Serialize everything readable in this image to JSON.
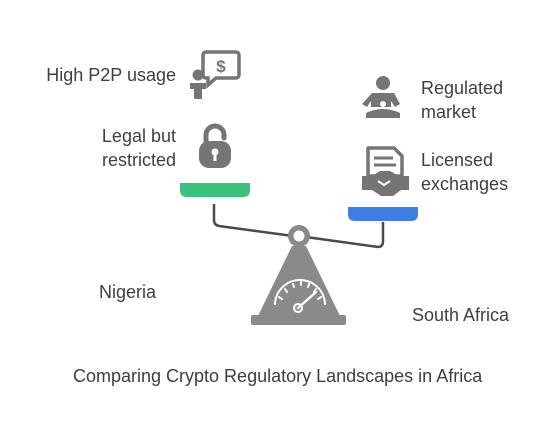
{
  "left_side": {
    "country": "Nigeria",
    "features": [
      {
        "label": "High P2P usage",
        "icon": "person-dollar-bubble-icon"
      },
      {
        "label_line1": "Legal but",
        "label_line2": "restricted",
        "icon": "padlock-icon"
      }
    ],
    "pan_color": "#3cc17d"
  },
  "right_side": {
    "country": "South Africa",
    "features": [
      {
        "label_line1": "Regulated",
        "label_line2": "market",
        "icon": "meditation-figure-icon"
      },
      {
        "label_line1": "Licensed",
        "label_line2": "exchanges",
        "icon": "document-handshake-icon"
      }
    ],
    "pan_color": "#3e7ee0"
  },
  "caption": "Comparing Crypto Regulatory Landscapes in Africa",
  "colors": {
    "icon_gray": "#757575",
    "scale_gray": "#8a8a8a",
    "text": "#3f3f3f"
  }
}
